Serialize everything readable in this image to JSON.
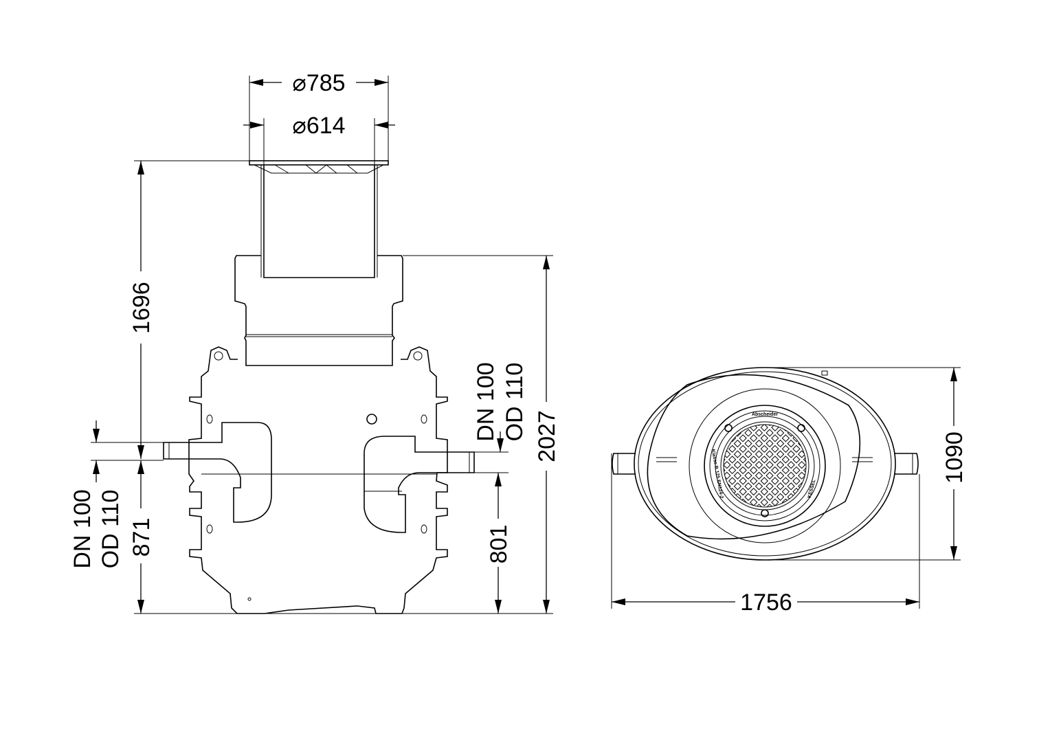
{
  "dimensions": {
    "diameter_outer": "⌀785",
    "diameter_inner": "⌀614",
    "height_inlet": "1696",
    "total_height": "2027",
    "inlet_pipe": {
      "dn": "DN 100",
      "od": "OD 110"
    },
    "outlet_pipe": {
      "dn": "DN 100",
      "od": "OD 110"
    },
    "inlet_bottom_height": "871",
    "outlet_bottom_height": "801",
    "plan_width": "1090",
    "plan_length": "1756"
  },
  "cover_markings": {
    "top": "Abscheider",
    "left": "Klasse B 125 EN124-2",
    "right": "KESSEL"
  },
  "colors": {
    "line": "#000000",
    "background": "#ffffff"
  }
}
